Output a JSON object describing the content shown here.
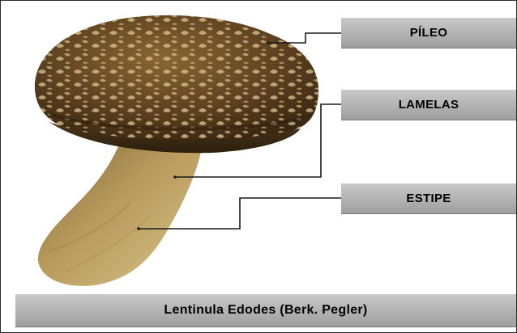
{
  "labels": {
    "pileo": "PÍLEO",
    "lamelas": "LAMELAS",
    "estipe": "ESTIPE"
  },
  "caption": "Lentinula Edodes (Berk. Pegler)",
  "colors": {
    "label_box": "#b3b3b3",
    "leader_line": "#1a1a1a",
    "cap": "#6b4a22",
    "stem": "#b9995a"
  },
  "icons": [
    "mushroom-illustration"
  ]
}
